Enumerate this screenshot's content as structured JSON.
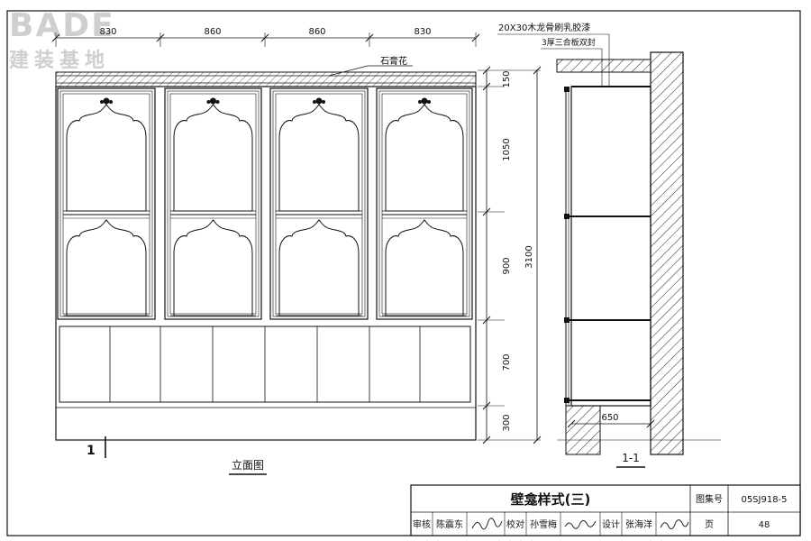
{
  "logo": {
    "latin": "BADE",
    "cjk": "建装基地"
  },
  "elevation": {
    "top_dims": [
      "830",
      "860",
      "860",
      "830"
    ],
    "right_dims": [
      "150",
      "1050",
      "900",
      "700",
      "300"
    ],
    "overall_height": "3100",
    "ornament_label": "石膏花",
    "caption": "立面图",
    "section_mark": "1"
  },
  "section": {
    "note_line1": "20X30木龙骨刷乳胶漆",
    "note_line2": "3厚三合板双封",
    "depth_dim": "650",
    "caption": "1-1"
  },
  "title_block": {
    "title": "壁龛样式(三)",
    "atlas_label": "图集号",
    "atlas_no": "05SJ918-5",
    "review_label": "审核",
    "reviewer": "陈震东",
    "check_label": "校对",
    "checker": "孙雪梅",
    "design_label": "设计",
    "designer": "张海洋",
    "page_label": "页",
    "page_no": "48"
  }
}
